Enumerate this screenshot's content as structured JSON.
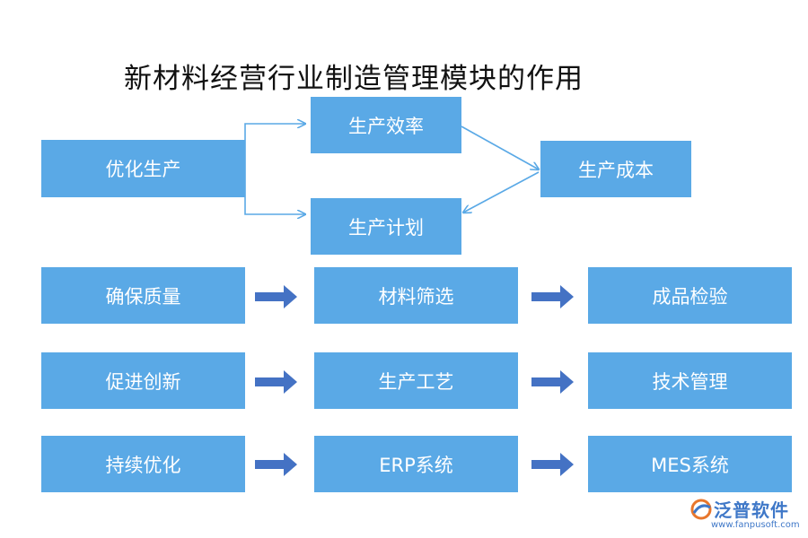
{
  "title": "新材料经营行业制造管理模块的作用",
  "top_section": {
    "source": "优化生产",
    "targets": [
      "生产效率",
      "生产计划"
    ],
    "result": "生产成本"
  },
  "rows": [
    {
      "left": "确保质量",
      "middle": "材料筛选",
      "right": "成品检验"
    },
    {
      "left": "促进创新",
      "middle": "生产工艺",
      "right": "技术管理"
    },
    {
      "left": "持续优化",
      "middle": "ERP系统",
      "right": "MES系统"
    }
  ],
  "watermark": {
    "brand": "泛普软件",
    "url": "www.fanpusoft.com"
  },
  "colors": {
    "box": "#5aa9e6",
    "connector": "#5aa9e6",
    "arrow": "#4472c4",
    "brand": "#3f78c8"
  }
}
